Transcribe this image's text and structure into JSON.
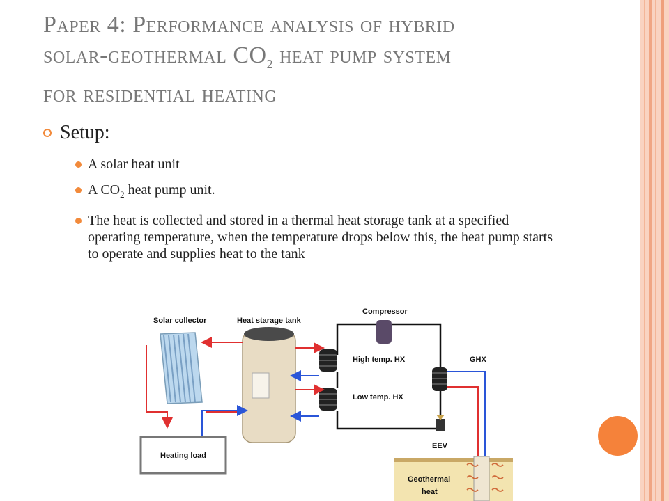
{
  "slide": {
    "title_line1": "Paper 4: Performance analysis of hybrid",
    "title_line2_pre": "solar-geothermal CO",
    "title_line2_sub": "2",
    "title_line2_post": " heat pump system",
    "title_line3": "for residential heating",
    "section_label": "Setup:",
    "bullets": {
      "b1": "A solar heat unit",
      "b2_pre": "A CO",
      "b2_sub": "2",
      "b2_post": " heat pump unit.",
      "b3": "The heat is collected and stored in a thermal heat storage tank at a specified operating temperature, when the temperature drops below this, the heat pump starts to operate and supplies heat to the tank"
    }
  },
  "diagram": {
    "labels": {
      "solar_collector": "Solar collector",
      "heat_storage_tank": "Heat starage tank",
      "compressor": "Compressor",
      "high_temp_hx": "High temp. HX",
      "low_temp_hx": "Low temp. HX",
      "ghx": "GHX",
      "eev": "EEV",
      "heating_load": "Heating load",
      "geothermal_1": "Geothermal",
      "geothermal_2": "heat"
    }
  },
  "colors": {
    "accent_orange": "#f28a3b",
    "title_gray": "#777777",
    "pipe_red": "#e03030",
    "pipe_blue": "#2a55d8"
  }
}
